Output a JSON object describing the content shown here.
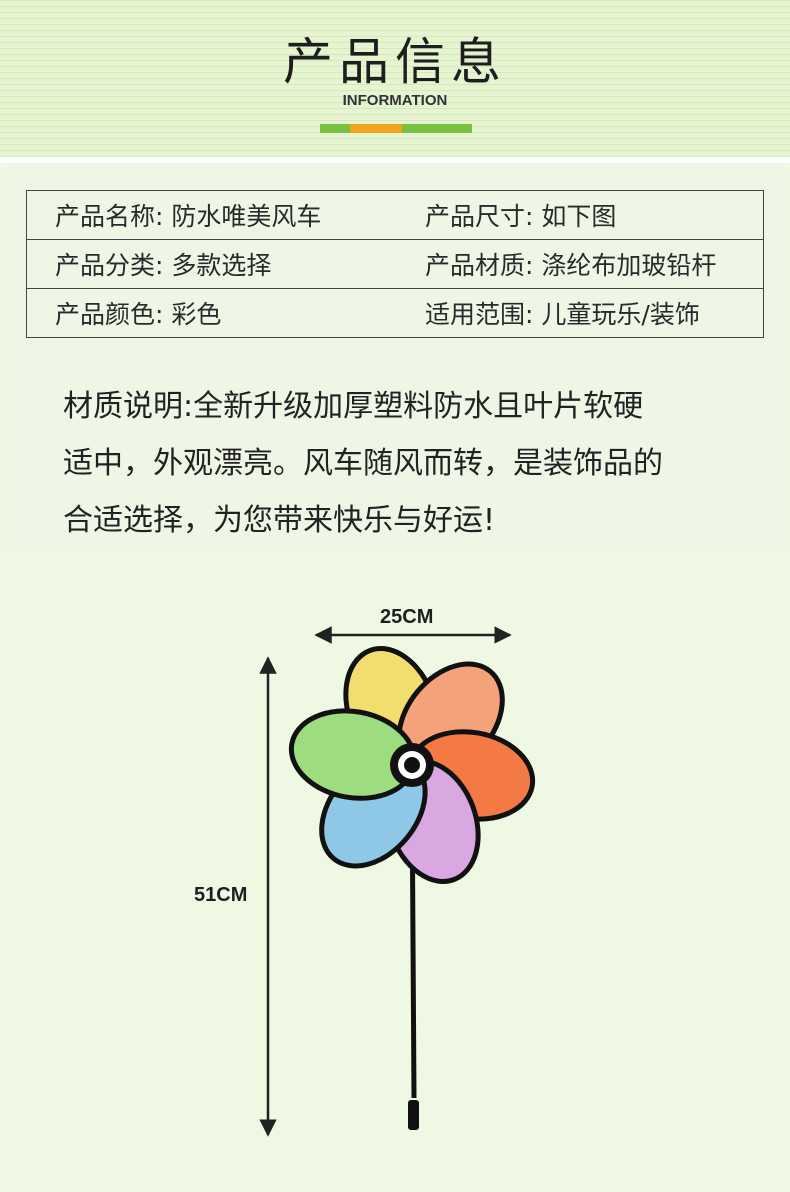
{
  "header": {
    "title": "产品信息",
    "subtitle": "INFORMATION",
    "accent_colors": {
      "green": "#79c043",
      "orange": "#f5a21d"
    }
  },
  "specs": [
    [
      {
        "label": "产品名称:",
        "value": "防水唯美风车"
      },
      {
        "label": "产品尺寸:",
        "value": "如下图"
      }
    ],
    [
      {
        "label": "产品分类:",
        "value": "多款选择"
      },
      {
        "label": "产品材质:",
        "value": "涤纶布加玻铅杆"
      }
    ],
    [
      {
        "label": "产品颜色:",
        "value": "彩色"
      },
      {
        "label": "适用范围:",
        "value": "儿童玩乐/装饰"
      }
    ]
  ],
  "description": [
    "材质说明:全新升级加厚塑料防水且叶片软硬",
    "适中，外观漂亮。风车随风而转，是装饰品的",
    "合适选择，为您带来快乐与好运!"
  ],
  "dimensions": {
    "width": "25CM",
    "height": "51CM"
  },
  "petal_colors": [
    "#f2de6e",
    "#f4a27a",
    "#f47a45",
    "#d9a8e0",
    "#8fc8e6",
    "#9ddd80"
  ]
}
